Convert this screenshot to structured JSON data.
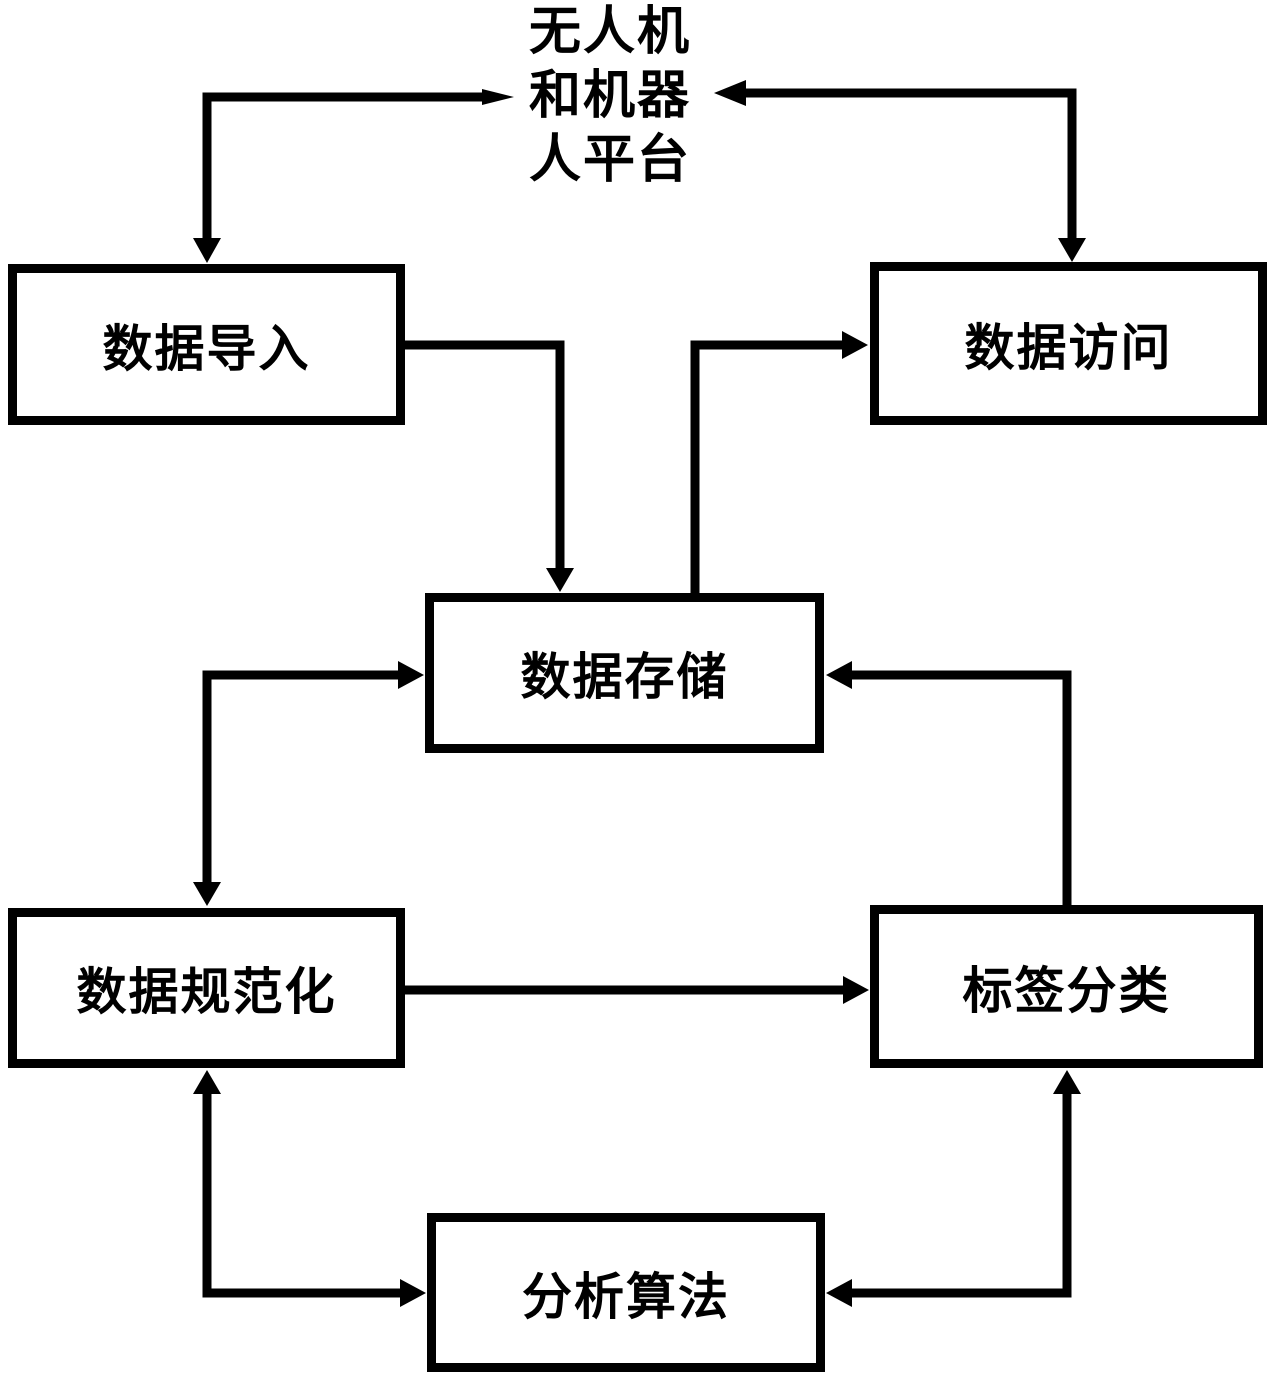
{
  "figure": {
    "type": "flowchart",
    "background_color": "#ffffff",
    "line_color": "#000000"
  },
  "nodes": {
    "platform": {
      "label": "无人机和机器人平台",
      "lines": [
        "无人机",
        "和机器",
        "人平台"
      ],
      "shape": "text-only"
    },
    "data_import": {
      "label": "数据导入",
      "shape": "rectangle"
    },
    "data_access": {
      "label": "数据访问",
      "shape": "rectangle"
    },
    "data_storage": {
      "label": "数据存储",
      "shape": "rectangle"
    },
    "data_normalization": {
      "label": "数据规范化",
      "shape": "rectangle"
    },
    "label_classification": {
      "label": "标签分类",
      "shape": "rectangle"
    },
    "analysis_algorithm": {
      "label": "分析算法",
      "shape": "rectangle"
    }
  },
  "edges": [
    {
      "from": "platform",
      "to": "data_import",
      "bidirectional": true
    },
    {
      "from": "data_access",
      "to": "platform",
      "bidirectional": true
    },
    {
      "from": "data_import",
      "to": "data_storage",
      "bidirectional": false
    },
    {
      "from": "data_storage",
      "to": "data_access",
      "bidirectional": false
    },
    {
      "from": "data_storage",
      "to": "data_normalization",
      "bidirectional": true
    },
    {
      "from": "label_classification",
      "to": "data_storage",
      "bidirectional": false
    },
    {
      "from": "data_normalization",
      "to": "label_classification",
      "bidirectional": false
    },
    {
      "from": "data_normalization",
      "to": "analysis_algorithm",
      "bidirectional": true
    },
    {
      "from": "label_classification",
      "to": "analysis_algorithm",
      "bidirectional": true
    }
  ]
}
